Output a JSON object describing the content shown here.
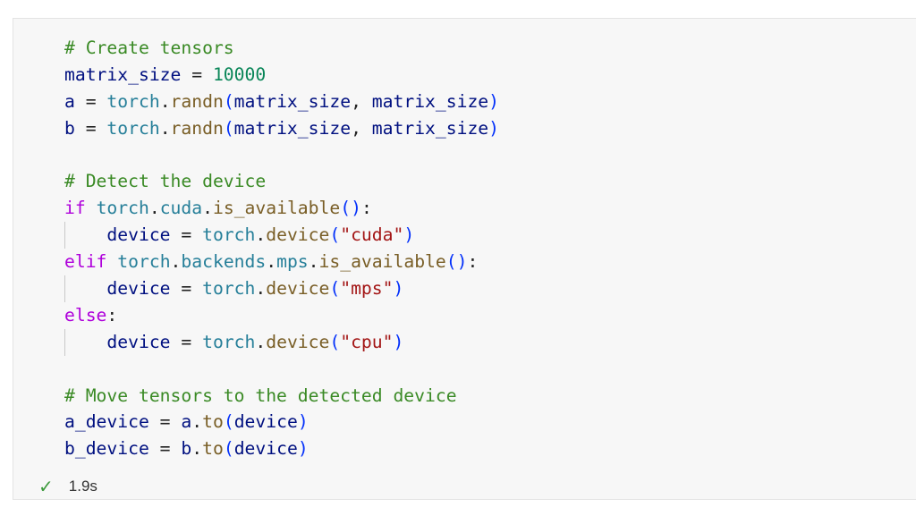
{
  "cell": {
    "lines": [
      {
        "indent": false,
        "tokens": [
          [
            "# Create tensors",
            "cm"
          ]
        ]
      },
      {
        "indent": false,
        "tokens": [
          [
            "matrix_size",
            "va"
          ],
          [
            " = ",
            "op"
          ],
          [
            "10000",
            "nu"
          ]
        ]
      },
      {
        "indent": false,
        "tokens": [
          [
            "a",
            "va"
          ],
          [
            " = ",
            "op"
          ],
          [
            "torch",
            "mo"
          ],
          [
            ".",
            "op"
          ],
          [
            "randn",
            "fn"
          ],
          [
            "(",
            "pa"
          ],
          [
            "matrix_size",
            "va"
          ],
          [
            ", ",
            "op"
          ],
          [
            "matrix_size",
            "va"
          ],
          [
            ")",
            "pa"
          ]
        ]
      },
      {
        "indent": false,
        "tokens": [
          [
            "b",
            "va"
          ],
          [
            " = ",
            "op"
          ],
          [
            "torch",
            "mo"
          ],
          [
            ".",
            "op"
          ],
          [
            "randn",
            "fn"
          ],
          [
            "(",
            "pa"
          ],
          [
            "matrix_size",
            "va"
          ],
          [
            ", ",
            "op"
          ],
          [
            "matrix_size",
            "va"
          ],
          [
            ")",
            "pa"
          ]
        ]
      },
      {
        "indent": false,
        "tokens": []
      },
      {
        "indent": false,
        "tokens": [
          [
            "# Detect the device",
            "cm"
          ]
        ]
      },
      {
        "indent": false,
        "tokens": [
          [
            "if",
            "kw"
          ],
          [
            " ",
            "op"
          ],
          [
            "torch",
            "mo"
          ],
          [
            ".",
            "op"
          ],
          [
            "cuda",
            "mo"
          ],
          [
            ".",
            "op"
          ],
          [
            "is_available",
            "fn"
          ],
          [
            "()",
            "pa"
          ],
          [
            ":",
            "op"
          ]
        ]
      },
      {
        "indent": true,
        "tokens": [
          [
            "    ",
            "op"
          ],
          [
            "device",
            "va"
          ],
          [
            " = ",
            "op"
          ],
          [
            "torch",
            "mo"
          ],
          [
            ".",
            "op"
          ],
          [
            "device",
            "fn"
          ],
          [
            "(",
            "pa"
          ],
          [
            "\"cuda\"",
            "st"
          ],
          [
            ")",
            "pa"
          ]
        ]
      },
      {
        "indent": false,
        "tokens": [
          [
            "elif",
            "kw"
          ],
          [
            " ",
            "op"
          ],
          [
            "torch",
            "mo"
          ],
          [
            ".",
            "op"
          ],
          [
            "backends",
            "mo"
          ],
          [
            ".",
            "op"
          ],
          [
            "mps",
            "mo"
          ],
          [
            ".",
            "op"
          ],
          [
            "is_available",
            "fn"
          ],
          [
            "()",
            "pa"
          ],
          [
            ":",
            "op"
          ]
        ]
      },
      {
        "indent": true,
        "tokens": [
          [
            "    ",
            "op"
          ],
          [
            "device",
            "va"
          ],
          [
            " = ",
            "op"
          ],
          [
            "torch",
            "mo"
          ],
          [
            ".",
            "op"
          ],
          [
            "device",
            "fn"
          ],
          [
            "(",
            "pa"
          ],
          [
            "\"mps\"",
            "st"
          ],
          [
            ")",
            "pa"
          ]
        ]
      },
      {
        "indent": false,
        "tokens": [
          [
            "else",
            "kw"
          ],
          [
            ":",
            "op"
          ]
        ]
      },
      {
        "indent": true,
        "tokens": [
          [
            "    ",
            "op"
          ],
          [
            "device",
            "va"
          ],
          [
            " = ",
            "op"
          ],
          [
            "torch",
            "mo"
          ],
          [
            ".",
            "op"
          ],
          [
            "device",
            "fn"
          ],
          [
            "(",
            "pa"
          ],
          [
            "\"cpu\"",
            "st"
          ],
          [
            ")",
            "pa"
          ]
        ]
      },
      {
        "indent": false,
        "tokens": []
      },
      {
        "indent": false,
        "tokens": [
          [
            "# Move tensors to the detected device",
            "cm"
          ]
        ]
      },
      {
        "indent": false,
        "tokens": [
          [
            "a_device",
            "va"
          ],
          [
            " = ",
            "op"
          ],
          [
            "a",
            "va"
          ],
          [
            ".",
            "op"
          ],
          [
            "to",
            "fn"
          ],
          [
            "(",
            "pa"
          ],
          [
            "device",
            "va"
          ],
          [
            ")",
            "pa"
          ]
        ]
      },
      {
        "indent": false,
        "tokens": [
          [
            "b_device",
            "va"
          ],
          [
            " = ",
            "op"
          ],
          [
            "b",
            "va"
          ],
          [
            ".",
            "op"
          ],
          [
            "to",
            "fn"
          ],
          [
            "(",
            "pa"
          ],
          [
            "device",
            "va"
          ],
          [
            ")",
            "pa"
          ]
        ]
      }
    ],
    "status": {
      "icon": "check-icon",
      "duration": "1.9s",
      "success_color": "#3c9a3c"
    }
  }
}
